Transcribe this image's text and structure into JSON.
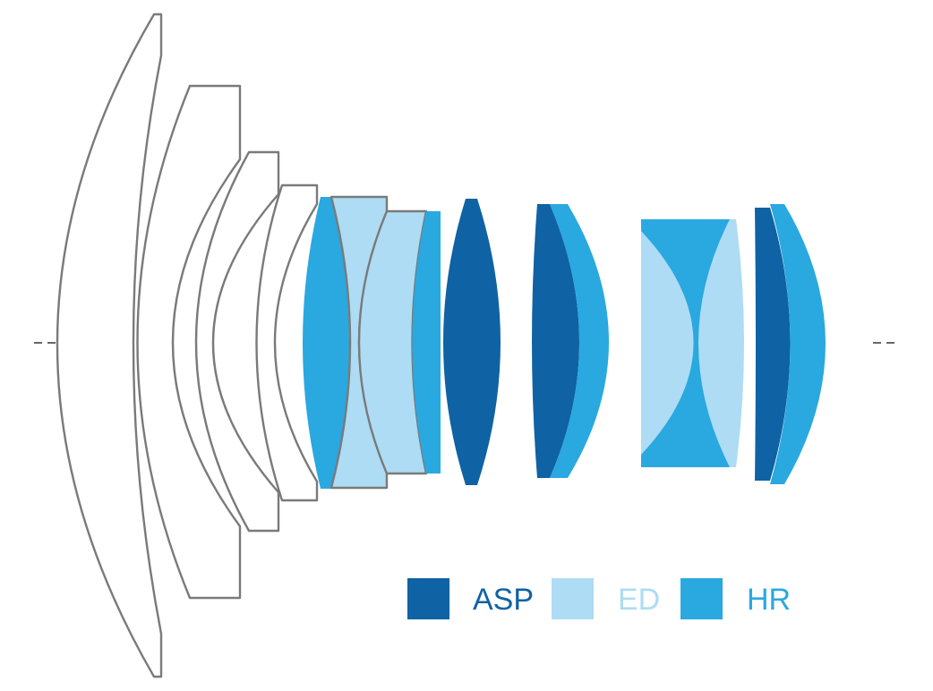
{
  "colors": {
    "asp": "#0f62a3",
    "ed": "#addcf4",
    "hr": "#2aa8e0",
    "outline": "#7a7a7a",
    "background": "#ffffff"
  },
  "legend": [
    {
      "key": "asp",
      "label": "ASP",
      "color": "#0f62a3"
    },
    {
      "key": "ed",
      "label": "ED",
      "color": "#addcf4"
    },
    {
      "key": "hr",
      "label": "HR",
      "color": "#2aa8e0"
    }
  ]
}
